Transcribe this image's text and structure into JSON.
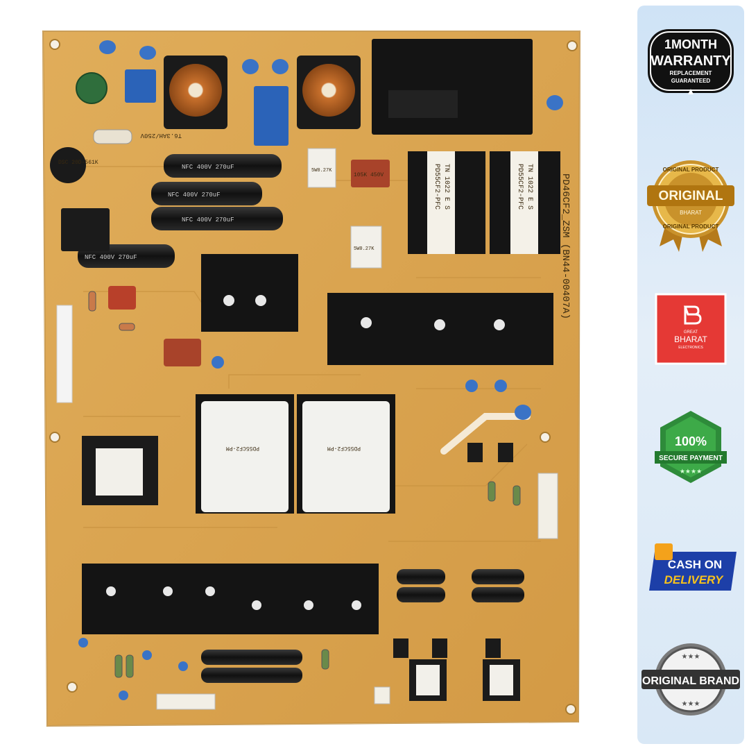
{
  "board": {
    "model_label": "PD46CF2_ZSM (BN44-00407A)",
    "pfc_left": "PD55CF2-PFC",
    "pfc_right": "PD55CF2-PFC",
    "pfc_sub": "TN 1022 E S",
    "resistor_label": "5W0.27K",
    "cap_label": "NFC 400V 270uF",
    "fuse_label": "T6.3AH/250V",
    "dsc_label": "DSC 20D-561K",
    "film_cap": "105K 450V",
    "xfmr_label": "PD55CF2-PM",
    "colors": {
      "pcb": "#d9a24e",
      "heatsink": "#141414",
      "accent_red": "#e53935"
    }
  },
  "badges": {
    "warranty": {
      "line1": "1MONTH",
      "line2": "WARRANTY",
      "line3": "REPLACEMENT",
      "line4": "GUARANTEED"
    },
    "original": {
      "top": "ORIGINAL PRODUCT",
      "main": "ORIGINAL",
      "brand": "BHARAT",
      "bottom": "ORIGINAL PRODUCT"
    },
    "brand_logo": {
      "small_top": "GREAT",
      "name": "BHARAT",
      "sub": "ELECTRONICS"
    },
    "secure": {
      "pct": "100%",
      "label": "SECURE PAYMENT"
    },
    "cod": {
      "line1": "CASH ON",
      "line2": "DELIVERY"
    },
    "brand_seal": {
      "text": "ORIGINAL BRAND"
    }
  }
}
